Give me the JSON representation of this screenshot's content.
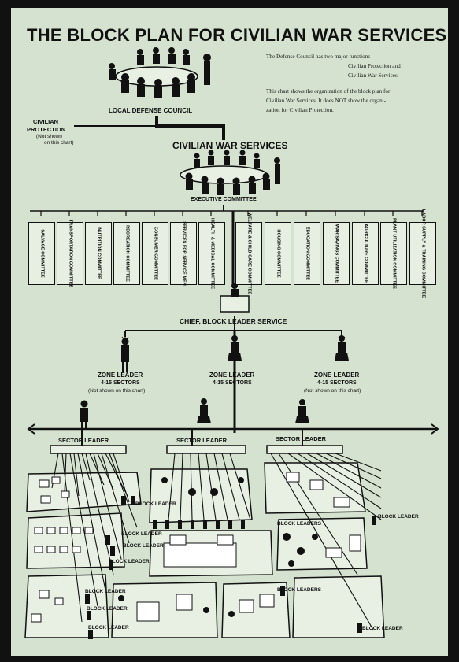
{
  "title": "THE BLOCK PLAN FOR CIVILIAN WAR SERVICES",
  "intro": {
    "line1": "The Defense Council has two major functions—",
    "line2": "Civilian Protection and",
    "line3": "Civilian War Services.",
    "line4": "This chart shows the organization of the block plan for",
    "line5": "Civilian War Services.   It does NOT show the organi-",
    "line6": "zation for Civilian Protection."
  },
  "council": "LOCAL DEFENSE COUNCIL",
  "protection": {
    "line1": "CIVILIAN",
    "line2": "PROTECTION",
    "line3": "(Not shown",
    "line4": "on this chart)"
  },
  "services": "CIVILIAN WAR SERVICES",
  "executive": "EXECUTIVE COMMITTEE",
  "committees": [
    "SALVAGE COMMITTEE",
    "TRANSPORTATION COMMITTEE",
    "NUTRITION COMMITTEE",
    "RECREATION COMMITTEE",
    "CONSUMER COMMITTEE",
    "SERVICES FOR SERVICE MEN",
    "HEALTH & MEDICAL COMMITTEE",
    "WELFARE & CHILD CARE COMMITTEE",
    "HOUSING COMMITTEE",
    "EDUCATION COMMITTEE",
    "WAR SAVINGS COMMITTEE",
    "AGRICULTURE COMMITTEE",
    "PLANT UTILIZATION COMMITTEE",
    "LABOR SUPPLY & TRAINING COMMITTEE"
  ],
  "chief": "CHIEF, BLOCK LEADER SERVICE",
  "zones": [
    {
      "line1": "ZONE LEADER",
      "line2": "4-15 SECTORS",
      "line3": "(Not shown on this chart)"
    },
    {
      "line1": "ZONE LEADER",
      "line2": "4-15 SECTORS",
      "line3": ""
    },
    {
      "line1": "ZONE LEADER",
      "line2": "4-15 SECTORS",
      "line3": "(Not shown on this chart)"
    }
  ],
  "sector_leader": "SECTOR LEADER",
  "block_leader": "BLOCK LEADER",
  "block_leaders": "BLOCK LEADERS"
}
